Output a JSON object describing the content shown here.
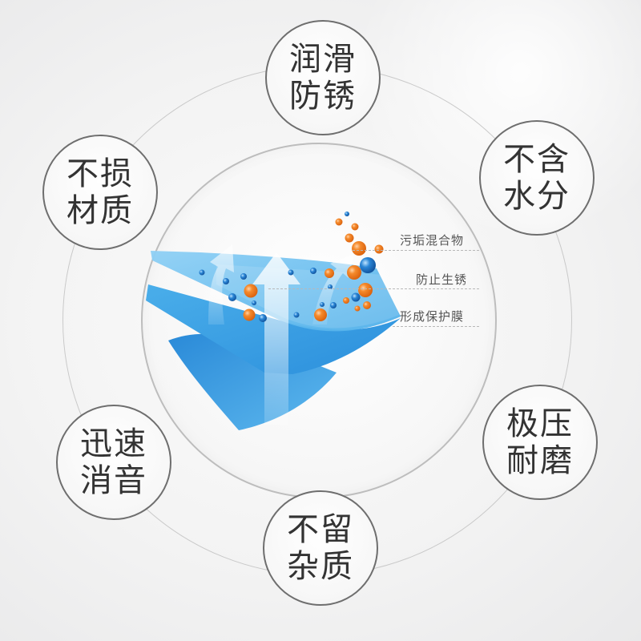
{
  "features": [
    {
      "id": "lubrication",
      "line1": "润滑",
      "line2": "防锈"
    },
    {
      "id": "no-damage",
      "line1": "不损",
      "line2": "材质"
    },
    {
      "id": "no-water",
      "line1": "不含",
      "line2": "水分"
    },
    {
      "id": "extreme-pressure",
      "line1": "极压",
      "line2": "耐磨"
    },
    {
      "id": "silencing",
      "line1": "迅速",
      "line2": "消音"
    },
    {
      "id": "no-residue",
      "line1": "不留",
      "line2": "杂质"
    }
  ],
  "diagram": {
    "labels": [
      "污垢混合物",
      "防止生锈",
      "形成保护膜"
    ]
  },
  "colors": {
    "film_light": "#7cc4ef",
    "film_mid": "#3fa6e6",
    "film_dark": "#1d7fd0",
    "particle_orange": "#f07a1e",
    "particle_blue": "#1f74c6",
    "text": "#333333",
    "ring": "#c9c9c9"
  }
}
